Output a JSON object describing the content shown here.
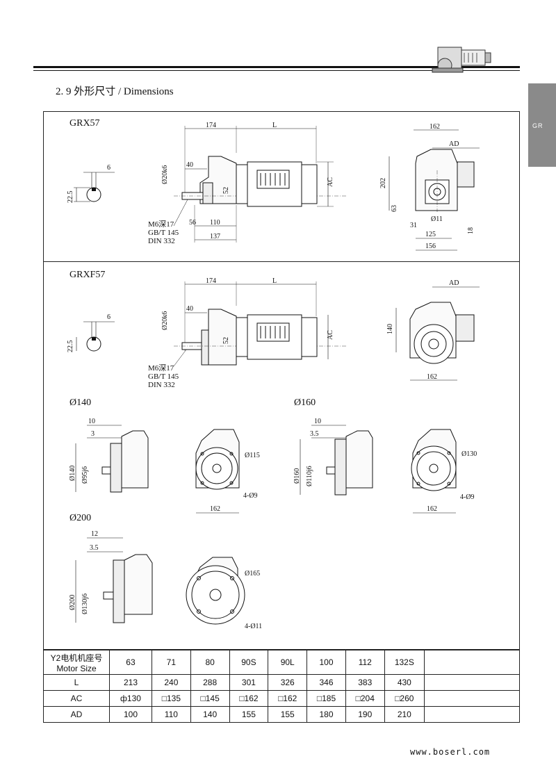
{
  "header": {
    "section_title": "2. 9 外形尺寸 / Dimensions"
  },
  "side_tab": {
    "label": "GR"
  },
  "views": {
    "grx57": {
      "title": "GRX57",
      "key_6": "6",
      "key_22_5": "22.5",
      "d_174": "174",
      "d_L": "L",
      "d_40": "40",
      "d_20k6": "Ø20k6",
      "d_52": "52",
      "d_AC": "AC",
      "d_56": "56",
      "d_110": "110",
      "d_137": "137",
      "note_m6": "M6深17",
      "note_gb": "GB/T 145",
      "note_din": "DIN 332",
      "d_162": "162",
      "d_AD": "AD",
      "d_202": "202",
      "d_63": "63",
      "d_11": "Ø11",
      "d_31": "31",
      "d_125": "125",
      "d_156": "156",
      "d_18": "18"
    },
    "grxf57": {
      "title": "GRXF57",
      "key_6": "6",
      "key_22_5": "22.5",
      "d_174": "174",
      "d_L": "L",
      "d_40": "40",
      "d_20k6": "Ø20k6",
      "d_52": "52",
      "d_AC": "AC",
      "note_m6": "M6深17",
      "note_gb": "GB/T 145",
      "note_din": "DIN 332",
      "d_AD": "AD",
      "d_140": "140",
      "d_162": "162"
    },
    "flange140": {
      "title": "Ø140",
      "d_10": "10",
      "d_3": "3",
      "d_140": "Ø140",
      "d_95": "Ø95j6",
      "d_115": "Ø115",
      "d_4x9": "4-Ø9",
      "d_162": "162"
    },
    "flange160": {
      "title": "Ø160",
      "d_10": "10",
      "d_3_5": "3.5",
      "d_160": "Ø160",
      "d_110": "Ø110j6",
      "d_130": "Ø130",
      "d_4x9": "4-Ø9",
      "d_162": "162"
    },
    "flange200": {
      "title": "Ø200",
      "d_12": "12",
      "d_3_5": "3.5",
      "d_200": "Ø200",
      "d_130": "Ø130j6",
      "d_165": "Ø165",
      "d_4x11": "4-Ø11"
    }
  },
  "table": {
    "header_label_cn": "Y2电机机座号",
    "header_label_en": "Motor Size",
    "motor_sizes": [
      "63",
      "71",
      "80",
      "90S",
      "90L",
      "100",
      "112",
      "132S"
    ],
    "rows": [
      {
        "label": "L",
        "values": [
          "213",
          "240",
          "288",
          "301",
          "326",
          "346",
          "383",
          "430"
        ]
      },
      {
        "label": "AC",
        "values": [
          "ф130",
          "□135",
          "□145",
          "□162",
          "□162",
          "□185",
          "□204",
          "□260"
        ]
      },
      {
        "label": "AD",
        "values": [
          "100",
          "110",
          "140",
          "155",
          "155",
          "180",
          "190",
          "210"
        ]
      }
    ]
  },
  "footer": {
    "url": "www.boserl.com"
  }
}
